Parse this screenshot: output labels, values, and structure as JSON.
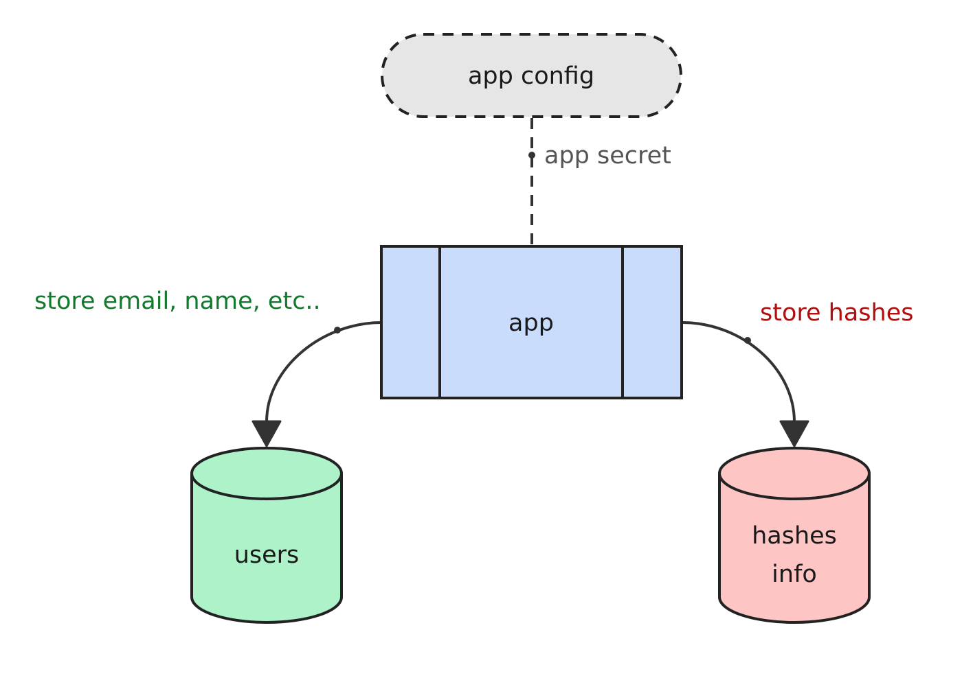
{
  "nodes": {
    "app_config": {
      "label": "app config",
      "fill": "#e6e6e6",
      "stroke": "#222222",
      "style": "dashed stadium"
    },
    "app": {
      "label": "app",
      "fill": "#c9dcfc",
      "stroke": "#222222",
      "style": "subroutine"
    },
    "users": {
      "label": "users",
      "fill": "#adf2c8",
      "stroke": "#222222",
      "style": "cylinder"
    },
    "hashes_info": {
      "label_line1": "hashes",
      "label_line2": "info",
      "fill": "#fec5c5",
      "stroke": "#222222",
      "style": "cylinder"
    }
  },
  "edges": {
    "config_to_app": {
      "label": "app secret",
      "color": "#555555",
      "style": "dashed"
    },
    "app_to_users": {
      "label": "store email, name, etc..",
      "color": "#12792d"
    },
    "app_to_hashes": {
      "label": "store hashes",
      "color": "#b30e0e"
    }
  }
}
